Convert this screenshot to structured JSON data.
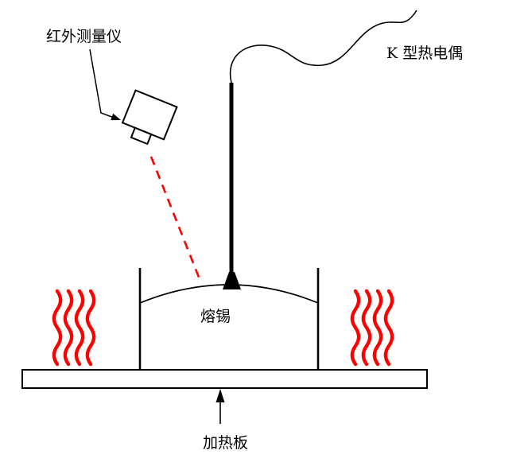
{
  "labels": {
    "infrared_meter": "红外测量仪",
    "thermocouple": "K 型热电偶",
    "molten_solder": "熔锡",
    "heating_plate": "加热板"
  },
  "colors": {
    "outline": "#000000",
    "heat": "#ff0000",
    "laser": "#ff0000",
    "fill": "#ffffff"
  }
}
